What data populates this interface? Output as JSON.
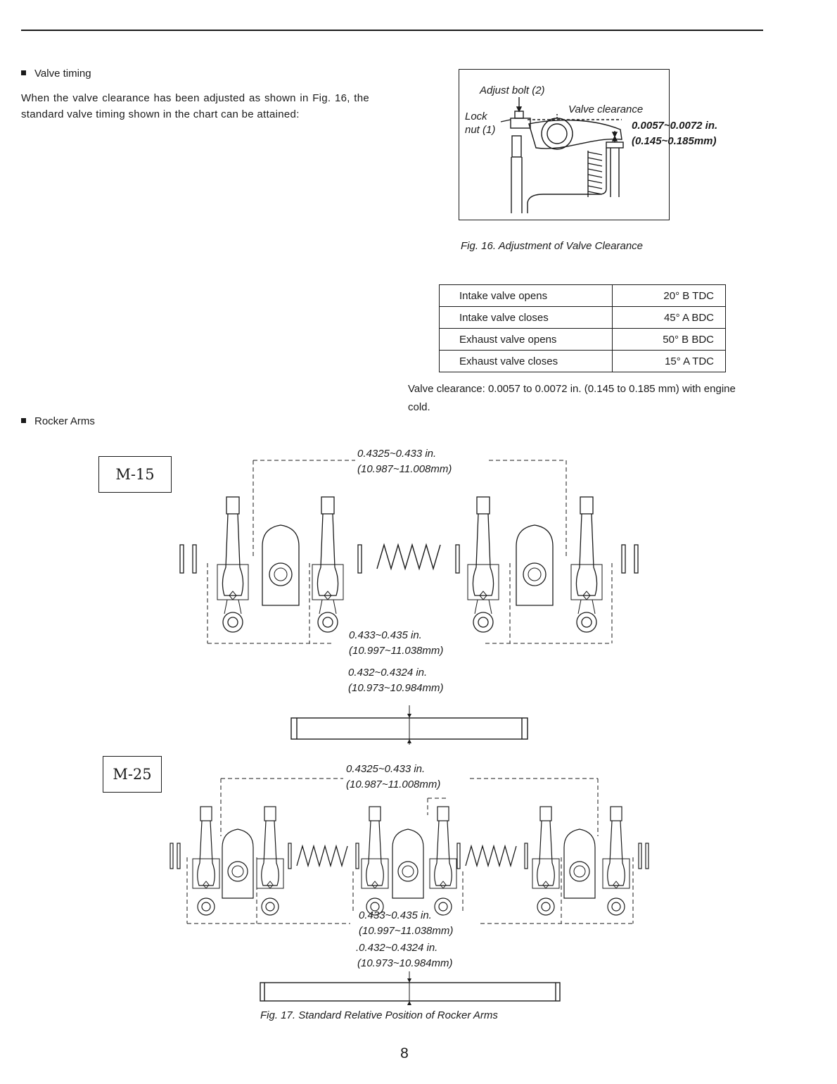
{
  "header_rule": true,
  "valve_timing": {
    "heading": "Valve timing",
    "paragraph": "When the valve clearance has been adjusted as shown in Fig. 16, the standard valve timing shown in the chart can be attained:"
  },
  "fig16": {
    "label_adjust_bolt": "Adjust bolt (2)",
    "label_lock": "Lock",
    "label_nut": "nut (1)",
    "label_valve_clearance": "Valve clearance",
    "label_clearance_in": "0.0057~0.0072 in.",
    "label_clearance_mm": "(0.145~0.185mm)",
    "caption": "Fig. 16. Adjustment of Valve Clearance"
  },
  "timing_table": [
    {
      "event": "Intake valve opens",
      "value": "20° B TDC"
    },
    {
      "event": "Intake valve closes",
      "value": "45° A BDC"
    },
    {
      "event": "Exhaust valve opens",
      "value": "50° B BDC"
    },
    {
      "event": "Exhaust valve closes",
      "value": "15° A TDC"
    }
  ],
  "clearance_note": "Valve clearance: 0.0057 to 0.0072 in. (0.145 to 0.185 mm) with engine cold.",
  "rocker_arms": {
    "heading": "Rocker Arms",
    "m15": {
      "model": "M-15",
      "top_dim_in": "0.4325~0.433 in.",
      "top_dim_mm": "(10.987~11.008mm)",
      "bottom_dim_in": "0.433~0.435 in.",
      "bottom_dim_mm": "(10.997~11.038mm)",
      "shaft_dim_in": "0.432~0.4324 in.",
      "shaft_dim_mm": "(10.973~10.984mm)"
    },
    "m25": {
      "model": "M-25",
      "top_dim_in": "0.4325~0.433 in.",
      "top_dim_mm": "(10.987~11.008mm)",
      "bottom_dim_in": "0.433~0.435 in.",
      "bottom_dim_mm": "(10.997~11.038mm)",
      "shaft_dim_in": ".0.432~0.4324 in.",
      "shaft_dim_mm": "(10.973~10.984mm)"
    },
    "caption": "Fig. 17. Standard Relative Position of Rocker Arms"
  },
  "page_number": "8"
}
